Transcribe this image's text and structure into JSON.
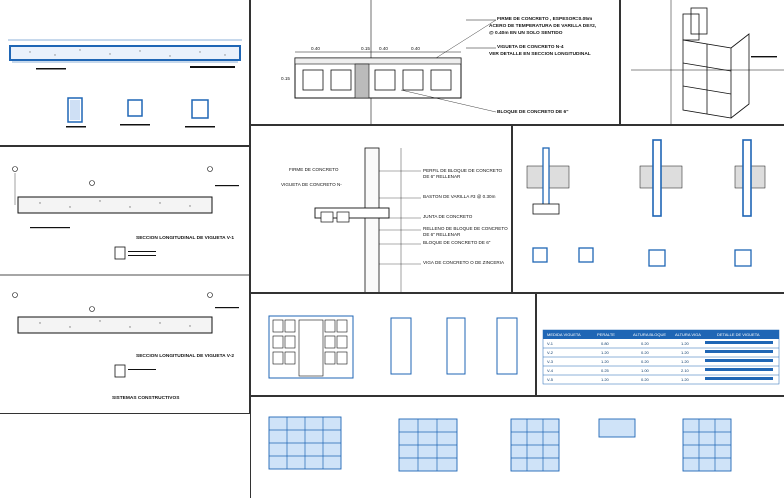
{
  "viga_top": {
    "dim_top": "",
    "caption": ""
  },
  "losa": {
    "note1": "FIRME DE CONCRETO , ESPESOR=0.05m",
    "note2": "ACERO DE TEMPERATURA DE VARILLA DE#2,",
    "note3": "@ 0.40m EN UN SOLO SENTIDO",
    "note4": "VIGUETA DE CONCRETO N-4",
    "note5": "VER DETALLE EN SECCION LONGITUDINAL",
    "note6": "BLOQUE DE CONCRETO DE 6\"",
    "dim1": "0.40",
    "dim2": "0.15",
    "dim3": "0.40",
    "dim4": "0.40",
    "dim5": "0.15"
  },
  "detalle": {
    "n1": "FIRME DE CONCRETO",
    "n2": "VIGUETA DE CONCRETO N-",
    "n3": "PERFIL DE BLOQUE DE CONCRETO",
    "n3b": "DE 6\" RELLENAR",
    "n4": "BASTON DE VARILLA #3 @ 0.30m",
    "n5": "JUNTA DE CONCRETO",
    "n6": "RELLENO DE BLOQUE DE CONCRETO",
    "n6b": "DE 6\" RELLENAR",
    "n7": "BLOQUE DE CONCRETO DE 6\"",
    "n8": "VIGA DE CONCRETO O DE ZINCERIA"
  },
  "secciones": {
    "sec1": "SECCION LONGITUDINAL DE VIGUETA V-1",
    "sec2": "SECCION LONGITUDINAL DE VIGUETA V-2",
    "footer": "SISTEMAS CONSTRUCTIVOS"
  },
  "tabla": {
    "headers": [
      "MEDIDA VIGUETA",
      "PERALTE",
      "ALTURA BLOQUE",
      "ALTURA VIGA",
      "DETALLE DE VIGUETA"
    ],
    "rows": [
      [
        "V-1",
        "0.80",
        "0.20",
        "1.20",
        ""
      ],
      [
        "V-2",
        "1.20",
        "0.20",
        "1.20",
        ""
      ],
      [
        "V-3",
        "1.20",
        "0.20",
        "1.20",
        ""
      ],
      [
        "V-4",
        "0.25",
        "1.00",
        "2.10",
        ""
      ],
      [
        "V-5",
        "1.20",
        "0.20",
        "1.20",
        ""
      ]
    ]
  },
  "colors": {
    "accent": "#1f66b5",
    "line": "#111111"
  }
}
